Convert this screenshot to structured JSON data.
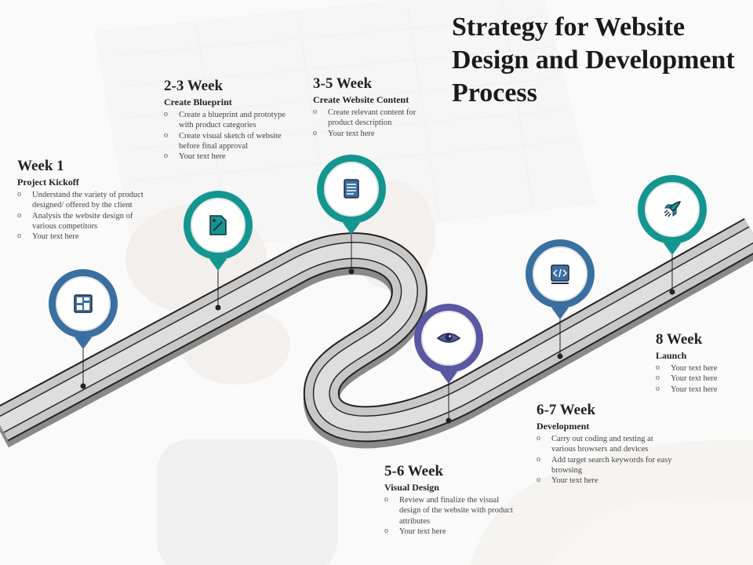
{
  "title": "Strategy for Website Design and Development Process",
  "colors": {
    "blue": "#3a6fa2",
    "teal": "#13968f",
    "purple": "#5a57a3",
    "road": "#c8c8c8",
    "road_edge": "#222222"
  },
  "stages": [
    {
      "week": "Week 1",
      "subtitle": "Project Kickoff",
      "bullets": [
        "Understand the variety of product designed/ offered by the client",
        "Analysis the website design of various competitors",
        "Your text here"
      ],
      "icon": "dashboard-icon",
      "color": "#3a6fa2"
    },
    {
      "week": "2-3 Week",
      "subtitle": "Create Blueprint",
      "bullets": [
        "Create a blueprint and prototype with product categories",
        "Create visual sketch of website before final approval",
        "Your text here"
      ],
      "icon": "design-document-icon",
      "color": "#13968f"
    },
    {
      "week": "3-5 Week",
      "subtitle": "Create Website Content",
      "bullets": [
        "Create relevant content for product description",
        "Your text here"
      ],
      "icon": "content-page-icon",
      "color": "#13968f"
    },
    {
      "week": "5-6 Week",
      "subtitle": "Visual Design",
      "bullets": [
        "Review and finalize the visual design of the website with product attributes",
        "Your text here"
      ],
      "icon": "eye-icon",
      "color": "#5a57a3"
    },
    {
      "week": "6-7 Week",
      "subtitle": "Development",
      "bullets": [
        "Carry out coding and testing at various browsers and devices",
        "Add target search keywords for easy browsing",
        "Your text here"
      ],
      "icon": "code-window-icon",
      "color": "#3a6fa2"
    },
    {
      "week": "8 Week",
      "subtitle": "Launch",
      "bullets": [
        "Your text here",
        "Your text here",
        "Your text here"
      ],
      "icon": "rocket-icon",
      "color": "#13968f"
    }
  ]
}
